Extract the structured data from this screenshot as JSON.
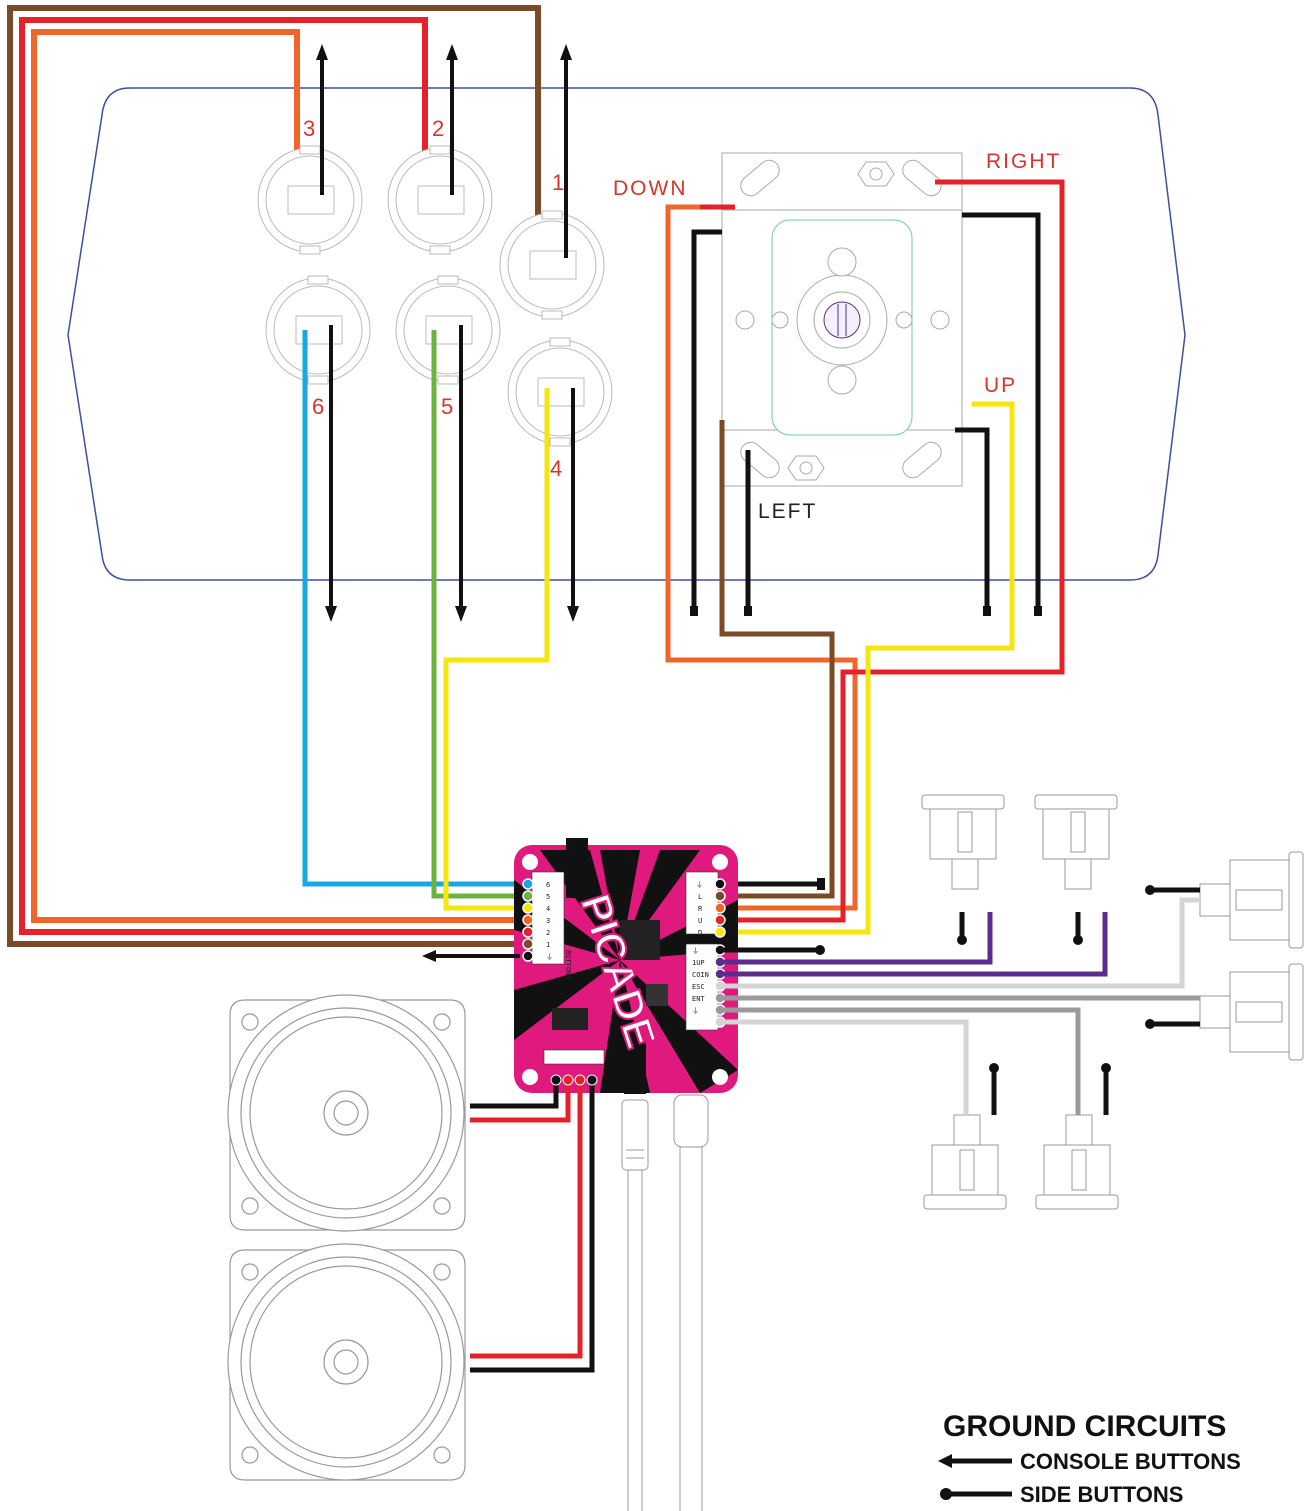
{
  "buttons": [
    {
      "num": "1",
      "wire_color": "#7b4a26"
    },
    {
      "num": "2",
      "wire_color": "#e3222a"
    },
    {
      "num": "3",
      "wire_color": "#f0652a"
    },
    {
      "num": "4",
      "wire_color": "#f6e60e"
    },
    {
      "num": "5",
      "wire_color": "#6db33f"
    },
    {
      "num": "6",
      "wire_color": "#18a7e0"
    }
  ],
  "joystick": {
    "up": "UP",
    "down": "DOWN",
    "left": "LEFT",
    "right": "RIGHT"
  },
  "board": {
    "name": "PICADE",
    "pins_left": [
      "6",
      "5",
      "4",
      "3",
      "2",
      "1",
      "⏚"
    ],
    "pins_right": [
      "⏚",
      "L",
      "R",
      "U",
      "D"
    ],
    "pins_right_lower": [
      "⏚",
      "1UP",
      "COIN",
      "ESC",
      "ENT",
      "⏚"
    ],
    "buttons_header": "BUTTONS"
  },
  "legend": {
    "title": "GROUND CIRCUITS",
    "console_buttons": "CONSOLE BUTTONS",
    "side_buttons": "SIDE BUTTONS"
  },
  "colors": {
    "panel_outline": "#3b4ea8",
    "brown": "#7b4a26",
    "red": "#e3222a",
    "orange": "#f0652a",
    "yellow": "#f6e60e",
    "green": "#6db33f",
    "blue": "#18a7e0",
    "purple": "#5b2c8e",
    "grey": "#9a9a9a",
    "lightgrey": "#d4d4d4",
    "black": "#111111",
    "pcb_pink": "#e0197e"
  }
}
